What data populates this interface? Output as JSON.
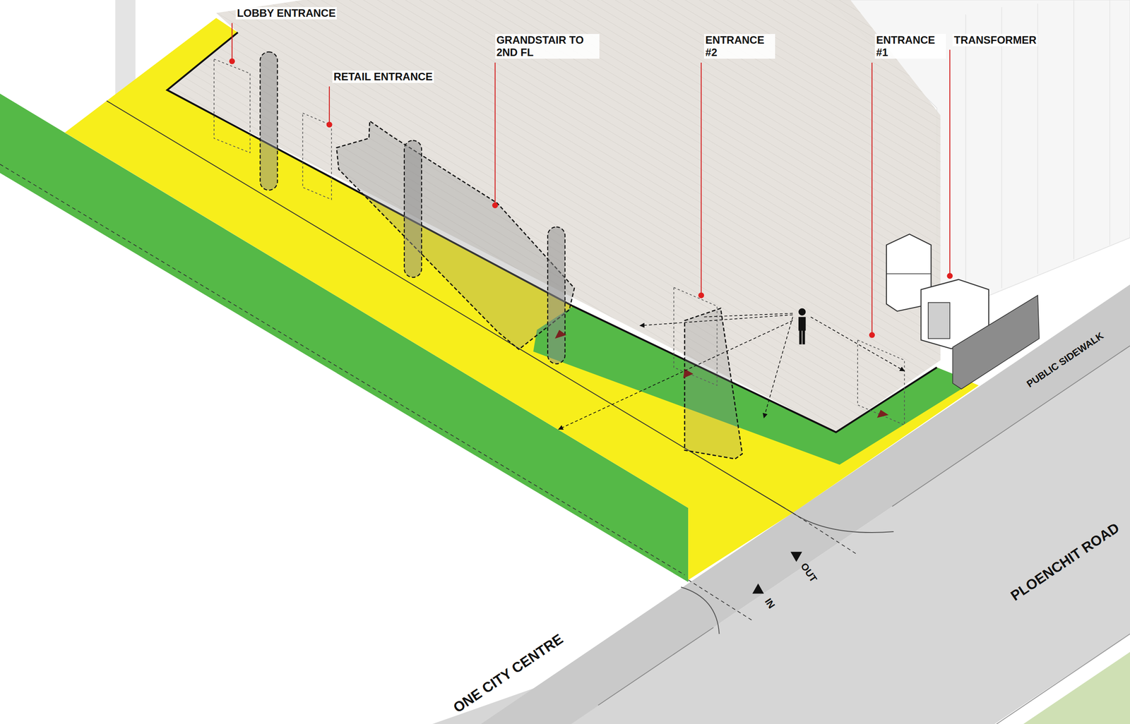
{
  "diagram": {
    "labels": [
      "LOBBY ENTRANCE",
      "RETAIL ENTRANCE",
      "GRANDSTAIR TO 2ND FL",
      "ENTRANCE #2",
      "ENTRANCE #1",
      "TRANSFORMER",
      "PUBLIC SIDEWALK",
      "PLOENCHIT ROAD",
      "ONE CITY CENTRE",
      "IN",
      "OUT"
    ]
  }
}
